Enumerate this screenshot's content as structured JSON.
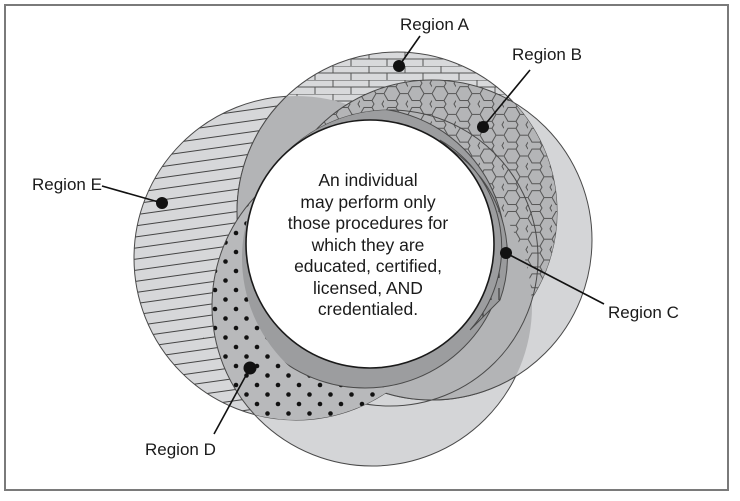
{
  "diagram": {
    "type": "overlapping-circles",
    "center_statement": {
      "lines": [
        "An individual",
        "may perform only",
        "those procedures for",
        "which they are",
        "educated, certified,",
        "licensed, AND",
        "credentialed."
      ]
    },
    "regions": [
      {
        "id": "A",
        "label": "Region A",
        "pattern": "brick"
      },
      {
        "id": "B",
        "label": "Region B",
        "pattern": "hexagon"
      },
      {
        "id": "C",
        "label": "Region C",
        "pattern": "vertical-dashes"
      },
      {
        "id": "D",
        "label": "Region D",
        "pattern": "dots"
      },
      {
        "id": "E",
        "label": "Region E",
        "pattern": "horizontal-lines"
      }
    ],
    "colors": {
      "light_fill": "#d4d5d7",
      "medium_fill": "#b3b4b6",
      "dark_fill": "#9c9d9f",
      "outline": "#4a4a4a",
      "frame": "#7a7a7a",
      "center_fill": "#ffffff"
    }
  }
}
